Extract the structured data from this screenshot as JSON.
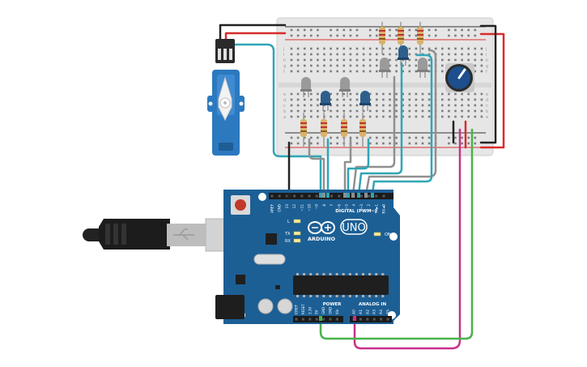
{
  "board": {
    "name": "ARDUINO",
    "model": "UNO",
    "digital_label": "DIGITAL (PWM~)",
    "power_label": "POWER",
    "analog_label": "ANALOG IN",
    "on_label": "ON",
    "led_labels": [
      "L",
      "TX",
      "RX"
    ],
    "top_pins": [
      "AREF",
      "GND",
      "13",
      "12",
      "~11",
      "~10",
      "~9",
      "8",
      "7",
      "~6",
      "~5",
      "4",
      "~3",
      "2",
      "TX►1",
      "RX◄0"
    ],
    "power_pins": [
      "IOREF",
      "RESET",
      "3.3V",
      "5V",
      "GND",
      "GND",
      "Vin"
    ],
    "analog_pins": [
      "A0",
      "A1",
      "A2",
      "A3",
      "A4",
      "A5"
    ]
  },
  "breadboard": {
    "row_letters": [
      "j",
      "i",
      "h",
      "g",
      "f",
      "e",
      "d",
      "c",
      "b",
      "a"
    ],
    "column_count": 30
  },
  "colors": {
    "board": "#1c5f95",
    "board_dark": "#13476f",
    "breadboard": "#e3e3e3",
    "wire_red": "#d92b2b",
    "wire_black": "#222222",
    "wire_teal": "#2fa6b6",
    "wire_gray": "#909090",
    "wire_green": "#48b34a",
    "wire_magenta": "#c8318b",
    "servo": "#2c79bf",
    "led_blue": "#2d5f8d",
    "led_gray": "#9a9a9a",
    "pot": "#1c4f8c"
  }
}
